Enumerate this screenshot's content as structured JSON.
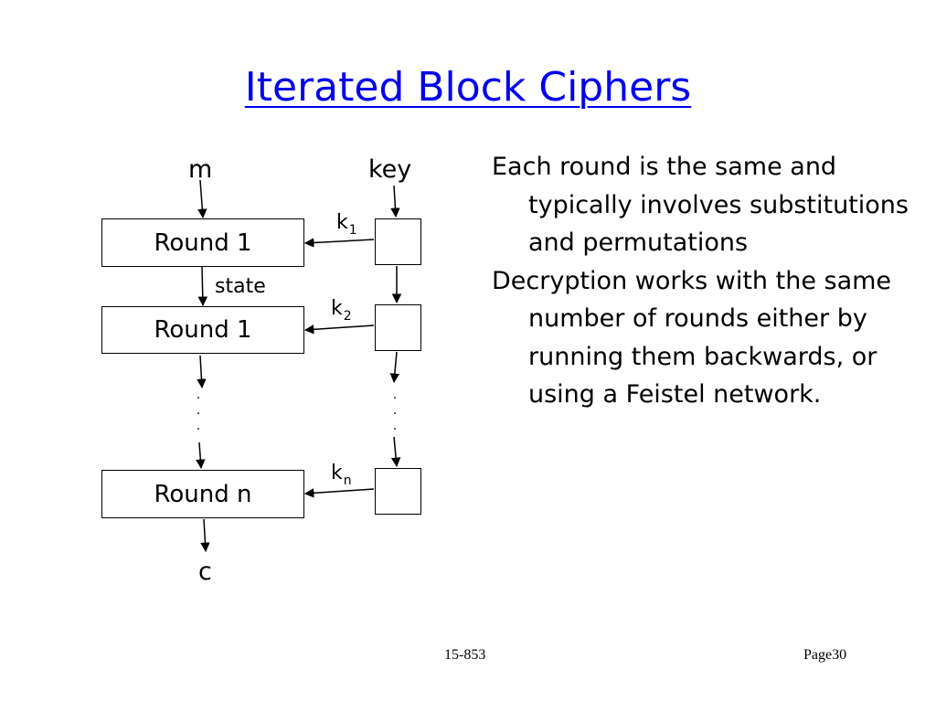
{
  "slide": {
    "title": "Iterated Block Ciphers",
    "title_color": "#0000EE"
  },
  "diagram": {
    "input_label": "m",
    "key_label": "key",
    "state_label": "state",
    "output_label": "c",
    "rounds": [
      "Round 1",
      "Round 1",
      "Round n"
    ],
    "subkeys": [
      {
        "base": "k",
        "sub": "1"
      },
      {
        "base": "k",
        "sub": "2"
      },
      {
        "base": "k",
        "sub": "n"
      }
    ],
    "ellipsis": "·"
  },
  "bullets": [
    "Each round is the same and typically involves substitutions and permutations",
    "Decryption works with the same number of rounds either by running them backwards, or using a Feistel network."
  ],
  "footer": {
    "course": "15-853",
    "page": "Page30"
  }
}
